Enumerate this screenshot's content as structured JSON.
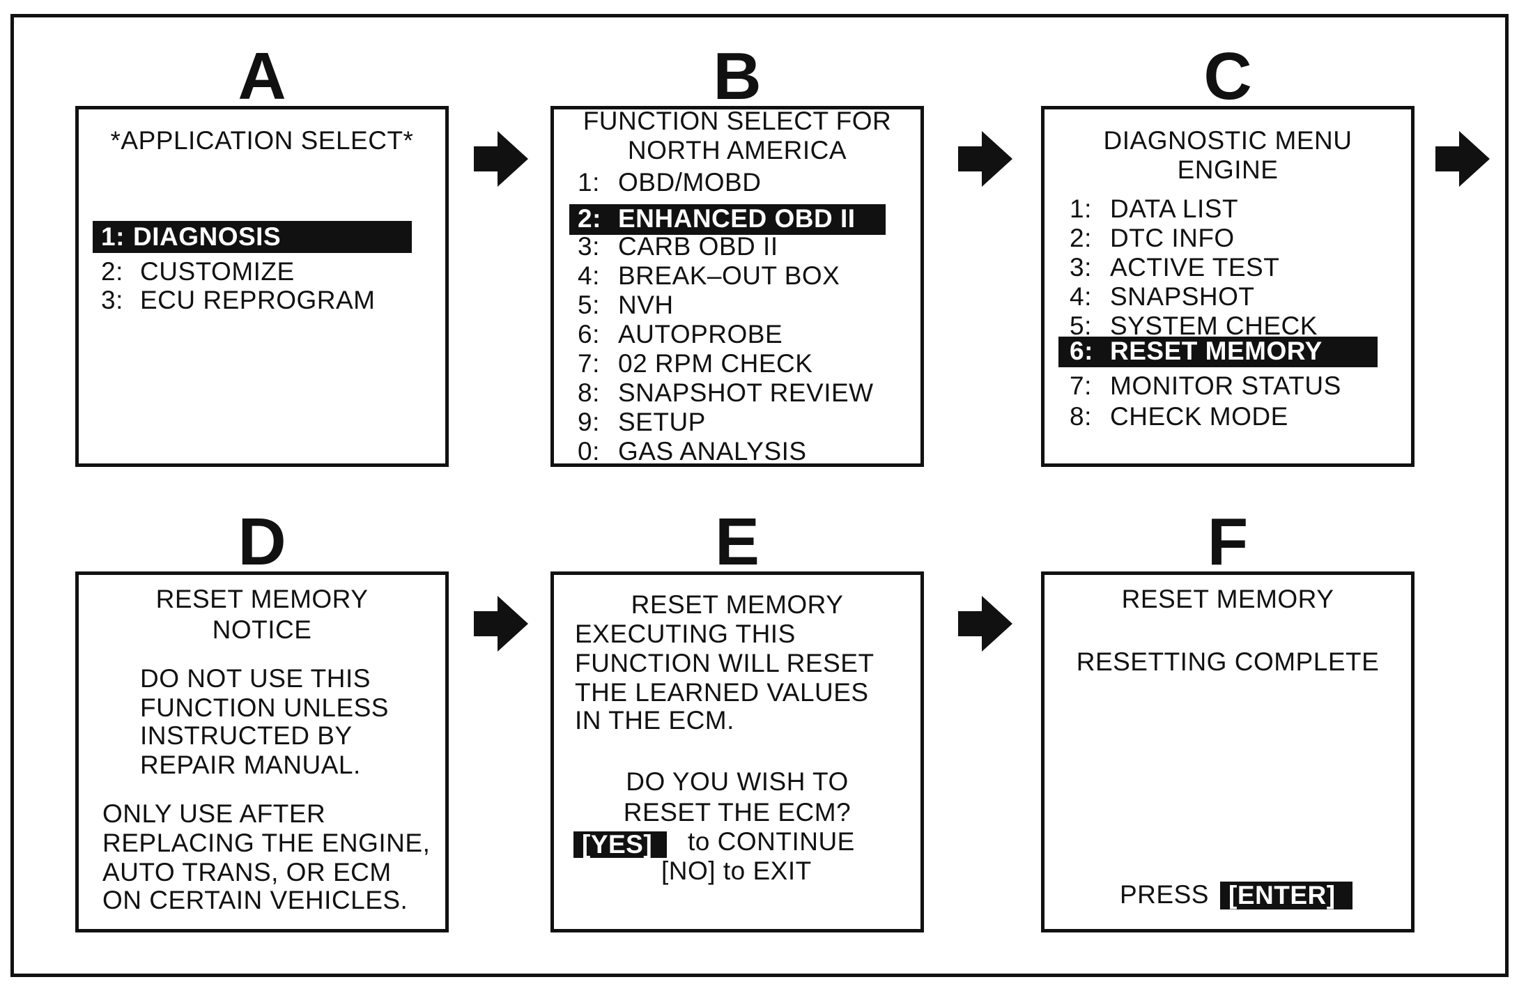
{
  "panels": {
    "a": {
      "letter": "A",
      "title": "*APPLICATION SELECT*",
      "items": [
        {
          "num": "1:",
          "label": "DIAGNOSIS"
        },
        {
          "num": "2:",
          "label": "CUSTOMIZE"
        },
        {
          "num": "3:",
          "label": "ECU REPROGRAM"
        }
      ]
    },
    "b": {
      "letter": "B",
      "title_line1": "FUNCTION SELECT FOR",
      "title_line2": "NORTH AMERICA",
      "items": [
        {
          "num": "1:",
          "label": "OBD/MOBD"
        },
        {
          "num": "2:",
          "label": "ENHANCED OBD II"
        },
        {
          "num": "3:",
          "label": "CARB OBD II"
        },
        {
          "num": "4:",
          "label": "BREAK–OUT BOX"
        },
        {
          "num": "5:",
          "label": "NVH"
        },
        {
          "num": "6:",
          "label": "AUTOPROBE"
        },
        {
          "num": "7:",
          "label": "02 RPM CHECK"
        },
        {
          "num": "8:",
          "label": "SNAPSHOT REVIEW"
        },
        {
          "num": "9:",
          "label": "SETUP"
        },
        {
          "num": "0:",
          "label": "GAS ANALYSIS"
        }
      ]
    },
    "c": {
      "letter": "C",
      "title_line1": "DIAGNOSTIC MENU",
      "title_line2": "ENGINE",
      "items": [
        {
          "num": "1:",
          "label": "DATA LIST"
        },
        {
          "num": "2:",
          "label": "DTC INFO"
        },
        {
          "num": "3:",
          "label": "ACTIVE TEST"
        },
        {
          "num": "4:",
          "label": "SNAPSHOT"
        },
        {
          "num": "5:",
          "label": "SYSTEM CHECK"
        },
        {
          "num": "6:",
          "label": "RESET MEMORY"
        },
        {
          "num": "7:",
          "label": "MONITOR STATUS"
        },
        {
          "num": "8:",
          "label": "CHECK MODE"
        }
      ]
    },
    "d": {
      "letter": "D",
      "title_line1": "RESET MEMORY",
      "title_line2": "NOTICE",
      "para1": [
        "DO NOT USE THIS",
        "FUNCTION UNLESS",
        "INSTRUCTED BY",
        "REPAIR MANUAL."
      ],
      "para2": [
        "ONLY USE AFTER",
        "REPLACING THE ENGINE,",
        "AUTO TRANS, OR ECM",
        "ON CERTAIN VEHICLES."
      ]
    },
    "e": {
      "letter": "E",
      "title": "RESET MEMORY",
      "para1": [
        "EXECUTING THIS",
        "FUNCTION WILL RESET",
        "THE LEARNED VALUES",
        "IN THE ECM."
      ],
      "question1": "DO YOU WISH TO",
      "question2": "RESET THE ECM?",
      "yes_key": "[YES]",
      "yes_text": "to CONTINUE",
      "no_text": "[NO] to EXIT"
    },
    "f": {
      "letter": "F",
      "title": "RESET MEMORY",
      "status": "RESETTING COMPLETE",
      "press_label": "PRESS",
      "enter_key": "[ENTER]"
    }
  },
  "colors": {
    "ink": "#111111",
    "highlight_bg": "#111111",
    "highlight_text": "#ffffff",
    "background": "#ffffff"
  },
  "icons": {
    "arrow": "right-arrow-icon"
  }
}
